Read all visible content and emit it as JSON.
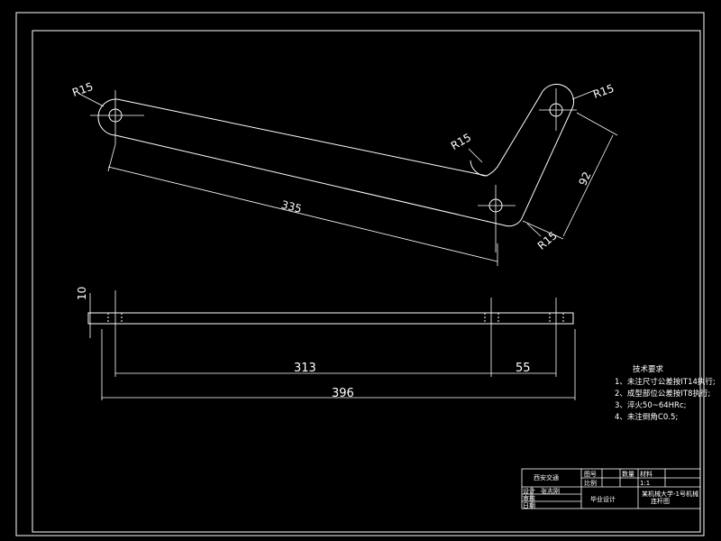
{
  "drawing": {
    "top_view": {
      "dims": {
        "r_left": "R15",
        "r_right": "R15",
        "r_inner": "R15",
        "r_bottom": "R15",
        "len_long": "335",
        "len_short": "92"
      }
    },
    "side_view": {
      "dims": {
        "thickness": "10",
        "len_313": "313",
        "len_55": "55",
        "total_396": "396"
      }
    },
    "notes": {
      "title": "技术要求",
      "items": [
        "1、未注尺寸公差按IT14执行;",
        "2、成型部位公差按IT8执行;",
        "3、淬火50~64HRc;",
        "4、未注倒角C0.5;"
      ]
    },
    "title_block": {
      "school": "西安交通",
      "drawing_no_label": "图号",
      "drawing_no": "",
      "qty_label": "数量",
      "material_label": "材料",
      "scale_label": "比例",
      "scale": "1:1",
      "design_label": "设计",
      "designer": "张志刚",
      "check_label": "审核",
      "date_label": "日期",
      "project": "毕业设计",
      "part_name_1": "某机械大学-1号机械",
      "part_name_2": "连杆图"
    }
  }
}
